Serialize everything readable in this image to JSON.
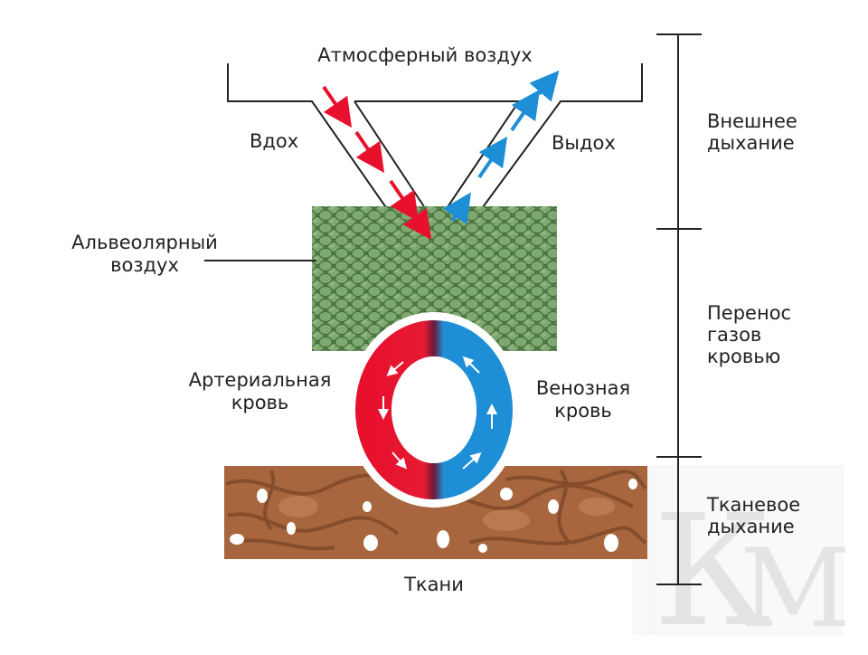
{
  "diagram": {
    "top_label": "Атмосферный воздух",
    "inhale": "Вдох",
    "exhale": "Выдох",
    "alveolar": [
      "Альвеолярный",
      "воздух"
    ],
    "arterial": [
      "Артериальная",
      "кровь"
    ],
    "venous": [
      "Венозная",
      "кровь"
    ],
    "tissues": "Ткани",
    "stages": [
      {
        "lines": [
          "Внешнее",
          "дыхание"
        ]
      },
      {
        "lines": [
          "Перенос",
          "газов",
          "кровью"
        ]
      },
      {
        "lines": [
          "Тканевое",
          "дыхание"
        ]
      }
    ],
    "watermark": "КМ",
    "colors": {
      "arterial": "#e8112d",
      "venous": "#1e8fd6",
      "alveolar_tissue": "#5e8a52",
      "body_tissue": "#a8663e"
    }
  }
}
